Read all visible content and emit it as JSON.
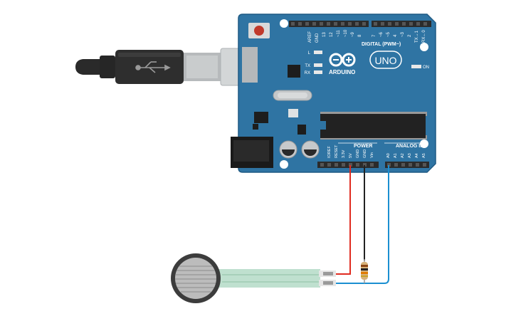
{
  "board": {
    "brand": "ARDUINO",
    "model": "UNO",
    "digital_label": "DIGITAL (PWM~)",
    "power_label": "POWER",
    "analog_label": "ANALOG IN",
    "on_label": "ON",
    "led_l": "L",
    "led_tx": "TX",
    "led_rx": "RX",
    "digital_pins": [
      "AREF",
      "GND",
      "13",
      "12",
      "~11",
      "~10",
      "~9",
      "8",
      "7",
      "~6",
      "~5",
      "4",
      "~3",
      "2",
      "TX→1",
      "RX←0"
    ],
    "power_pins": [
      "IOREF",
      "RESET",
      "3.3V",
      "5V",
      "GND",
      "GND",
      "Vin"
    ],
    "analog_pins": [
      "A0",
      "A1",
      "A2",
      "A3",
      "A4",
      "A5"
    ]
  },
  "colors": {
    "board": "#2f74a3",
    "board_edge": "#1f5a84",
    "header": "#2b2b2b",
    "wire_5v": "#e02b20",
    "wire_gnd": "#222222",
    "wire_signal": "#1b8fd1",
    "sensor_tail": "#bfe0cf",
    "usb_plug": "#cfd2d4"
  },
  "components": {
    "usb_cable": "usb-b-cable",
    "sensor": "force-sensitive-resistor",
    "resistor": "pull-down-resistor"
  }
}
